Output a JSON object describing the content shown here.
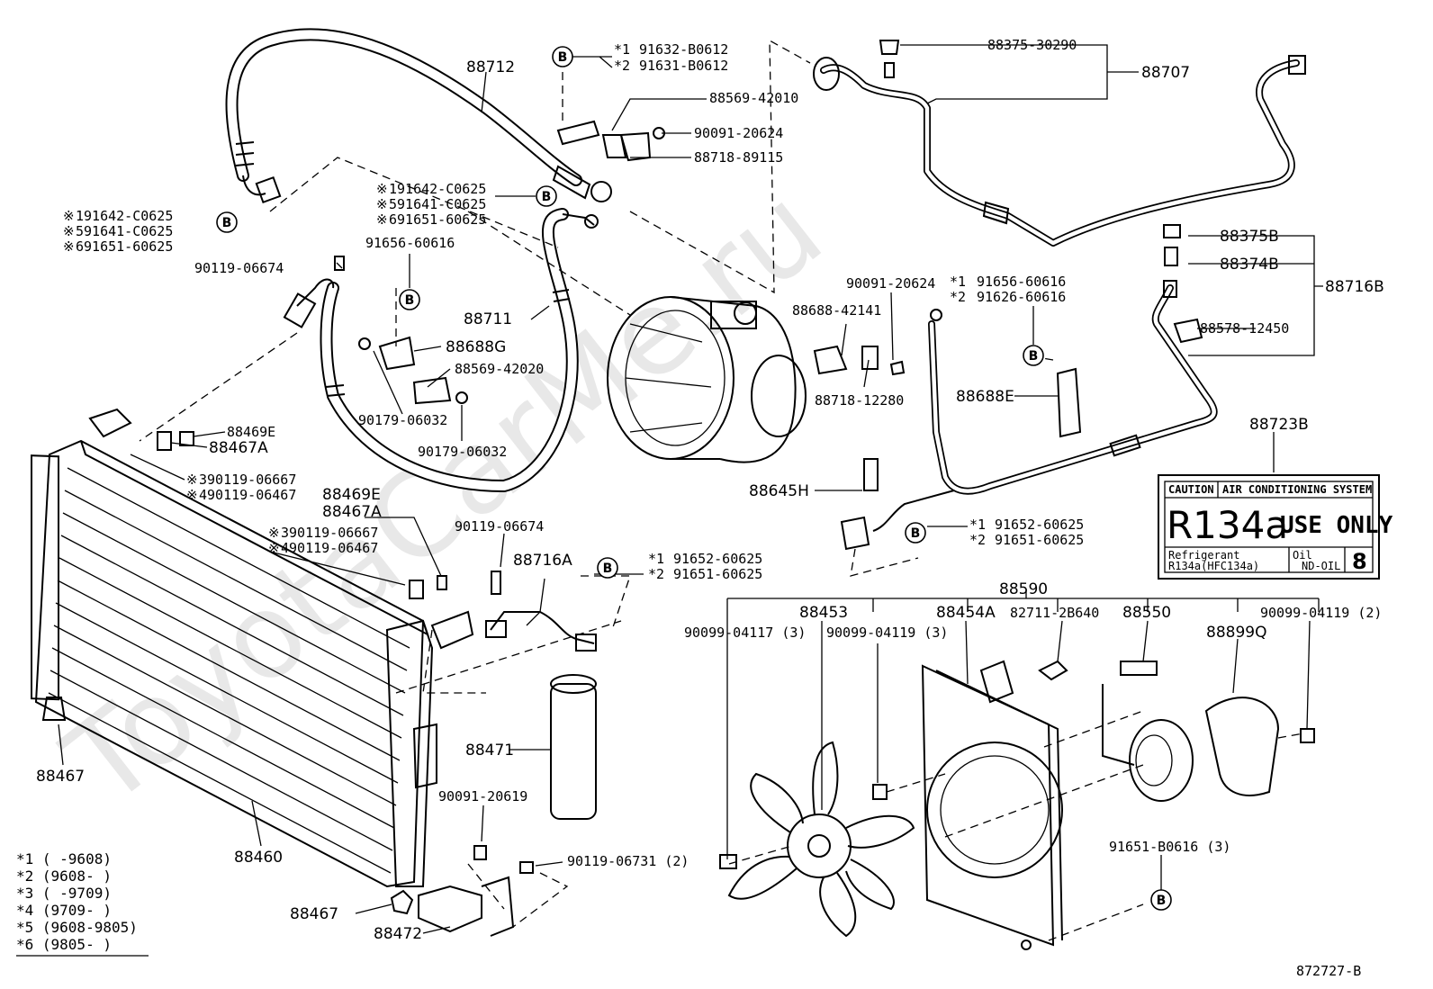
{
  "watermark": "ToyotaCarMe.ru",
  "diagram_code": "872727-B",
  "labels": {
    "p88712": "88712",
    "p88711": "88711",
    "p88707": "88707",
    "p88375_30290": "88375-30290",
    "p88569_42010": "88569-42010",
    "p90091_20624_a": "90091-20624",
    "p88718_89115": "88718-89115",
    "b_top_1": "91632-B0612",
    "b_top_2": "91631-B0612",
    "left_b_1": "191642-C0625",
    "left_b_2": "591641-C0625",
    "left_b_3": "691651-60625",
    "mid_b_1": "191642-C0625",
    "mid_b_2": "591641-C0625",
    "mid_b_3": "691651-60625",
    "p90119_06674_a": "90119-06674",
    "p91656_60616": "91656-60616",
    "p88688G": "88688G",
    "p88569_42020": "88569-42020",
    "p90179_06032_a": "90179-06032",
    "p90179_06032_b": "90179-06032",
    "p88469E_a": "88469E",
    "p88467A_a": "88467A",
    "p390119_a": "390119-06667",
    "p490119_a": "490119-06467",
    "p88469E_b": "88469E",
    "p88467A_b": "88467A",
    "p390119_b": "390119-06667",
    "p490119_b": "490119-06467",
    "p90119_06674_b": "90119-06674",
    "p88716A": "88716A",
    "p88716A_b1": "91652-60625",
    "p88716A_b2": "91651-60625",
    "p88467_a": "88467",
    "p88460": "88460",
    "p88471": "88471",
    "p90091_20619": "90091-20619",
    "p90119_06731": "90119-06731 (2)",
    "p88467_b": "88467",
    "p88472": "88472",
    "p90091_20624_b": "90091-20624",
    "p88688_42141": "88688-42141",
    "p88718_12280": "88718-12280",
    "r_b1": "91656-60616",
    "r_b2": "91626-60616",
    "p88688E": "88688E",
    "p88645H": "88645H",
    "p88645_b1": "91652-60625",
    "p88645_b2": "91651-60625",
    "p88375B": "88375B",
    "p88374B": "88374B",
    "p88716B": "88716B",
    "p88578_12450": "88578-12450",
    "p88723B": "88723B",
    "p88590": "88590",
    "p88453": "88453",
    "p90099_04117": "90099-04117 (3)",
    "p90099_04119_a": "90099-04119 (3)",
    "p88454A": "88454A",
    "p82711_2B640": "82711-2B640",
    "p88550": "88550",
    "p88899Q": "88899Q",
    "p90099_04119_b": "90099-04119 (2)",
    "p91651_B0616": "91651-B0616 (3)"
  },
  "marks": {
    "star1": "*1",
    "star2": "*2",
    "ref": "※",
    "circle_b": "B"
  },
  "plate": {
    "caution": "CAUTION",
    "system": "AIR CONDITIONING SYSTEM",
    "refrigerant_big": "R134a",
    "use_only": "USE ONLY",
    "refrigerant_label": "Refrigerant",
    "refrigerant_value": "R134a(HFC134a)",
    "oil_label": "Oil",
    "oil_value": "ND-OIL",
    "oil_number": "8"
  },
  "legend": [
    "*1 (      -9608)",
    "*2 (9608-      )",
    "*3 (      -9709)",
    "*4 (9709-      )",
    "*5 (9608-9805)",
    "*6 (9805-      )"
  ]
}
